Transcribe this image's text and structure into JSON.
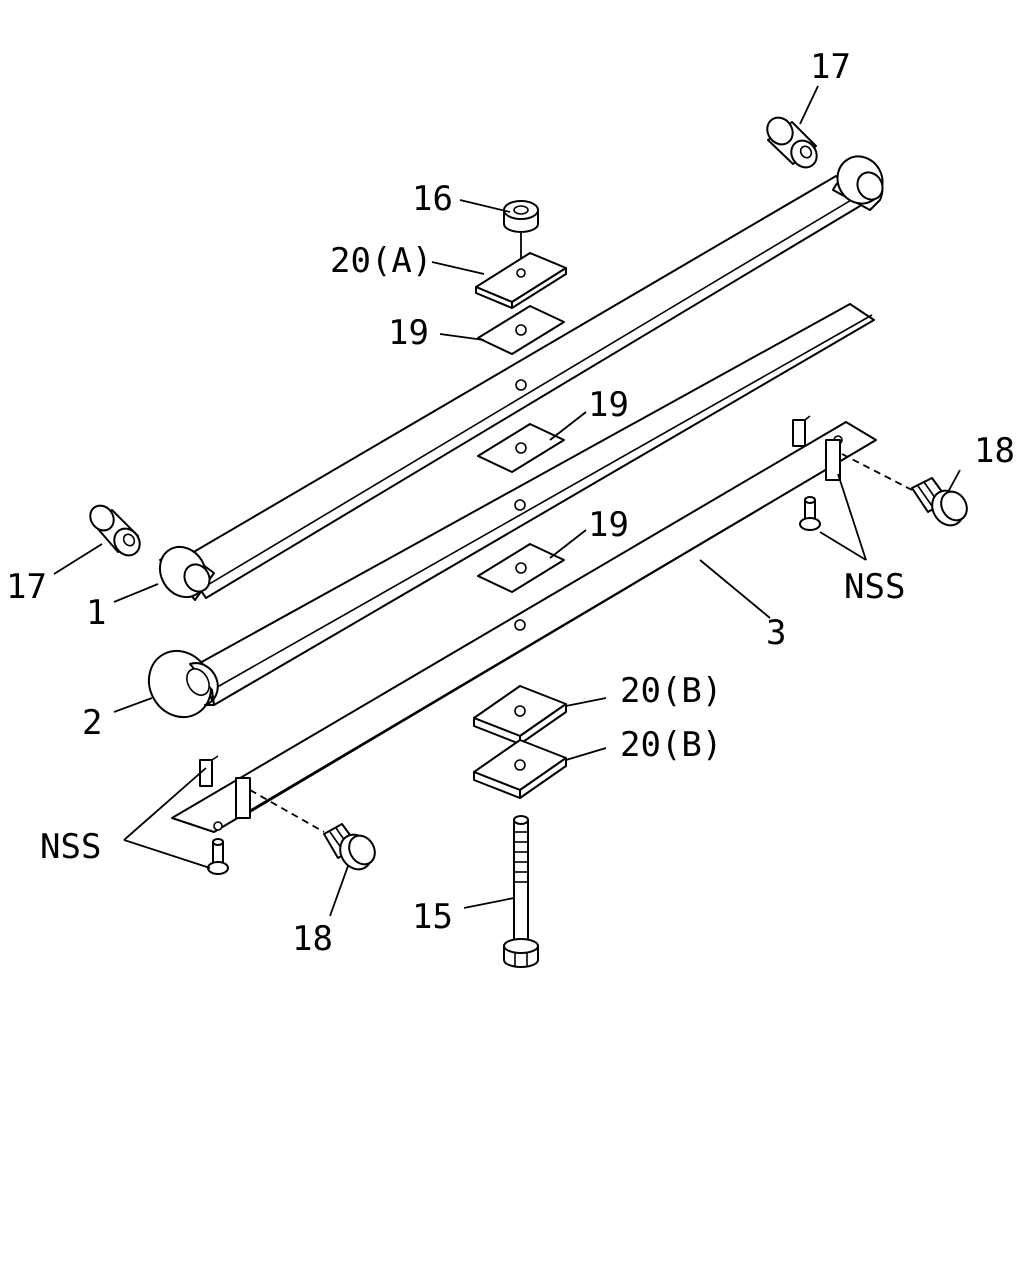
{
  "callouts": {
    "c17_top": "17",
    "c16": "16",
    "c20a": "20(A)",
    "c19_top": "19",
    "c19_mid": "19",
    "c19_low": "19",
    "c18_right": "18",
    "nss_right": "NSS",
    "c17_left": "17",
    "c1": "1",
    "c2": "2",
    "c3": "3",
    "c20b_top": "20(B)",
    "c20b_bot": "20(B)",
    "nss_left": "NSS",
    "c18_bottom": "18",
    "c15": "15"
  }
}
